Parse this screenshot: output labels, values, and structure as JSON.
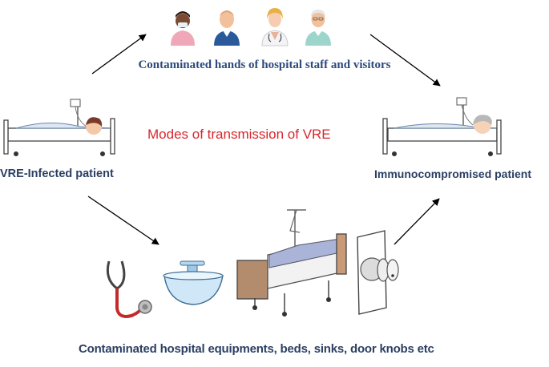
{
  "title": "Modes of transmission of VRE",
  "nodes": {
    "staff": "Contaminated hands of hospital staff and visitors",
    "infected_patient": "VRE-Infected patient",
    "immunocompromised_patient": "Immunocompromised  patient",
    "equipment": "Contaminated hospital equipments, beds, sinks, door knobs etc"
  },
  "colors": {
    "title": "#d8262c",
    "label": "#2b3f63",
    "arrow": "#000000"
  },
  "icons": [
    "nurse-icon",
    "doctor-icon",
    "female-doctor-icon",
    "elderly-visitor-icon",
    "patient-bed-icon",
    "stethoscope-icon",
    "sink-icon",
    "hospital-bed-icon",
    "door-knob-icon"
  ]
}
